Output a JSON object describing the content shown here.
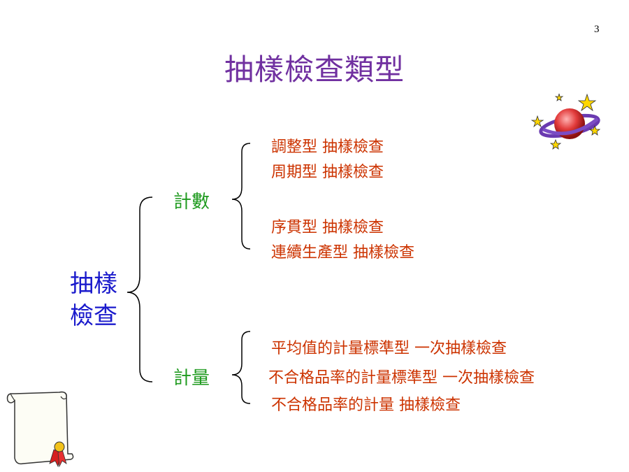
{
  "slide": {
    "page_number": "3",
    "title": "抽樣檢查類型",
    "root_label_line1": "抽樣",
    "root_label_line2": "檢查",
    "categories": [
      {
        "label": "計數",
        "items": [
          "調整型 抽樣檢查",
          "周期型 抽樣檢查",
          "序貫型 抽樣檢查",
          "連續生產型 抽樣檢查"
        ]
      },
      {
        "label": "計量",
        "items": [
          "平均值的計量標準型 一次抽樣檢查",
          "不合格品率的計量標準型 一次抽樣檢查",
          "不合格品率的計量 抽樣檢查"
        ]
      }
    ]
  },
  "colors": {
    "title": "#7030a0",
    "root": "#1a1acc",
    "category": "#1e9a1e",
    "item": "#cc3300"
  },
  "icons": [
    "planet-stars-icon",
    "scroll-diploma-icon"
  ]
}
